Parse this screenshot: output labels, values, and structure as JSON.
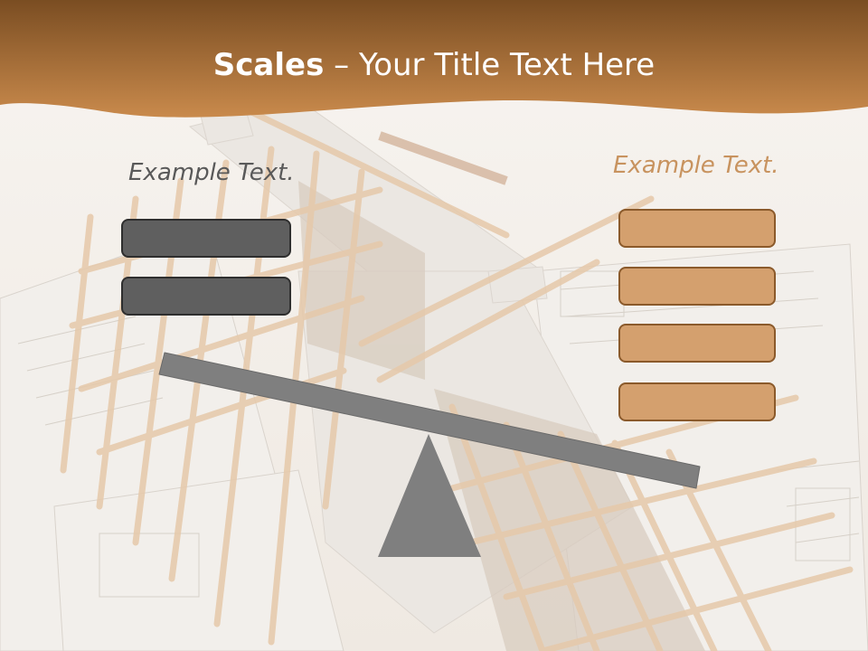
{
  "title": {
    "bold": "Scales",
    "rest": " – Your Title Text Here"
  },
  "left": {
    "label": "Example Text.",
    "items": [
      "",
      ""
    ]
  },
  "right": {
    "label": "Example Text.",
    "items": [
      "",
      "",
      "",
      ""
    ]
  },
  "colors": {
    "header_dark": "#7a4d22",
    "header_light": "#c98a4c",
    "gray_box": "#5f5f5f",
    "tan_box": "#d4a06e",
    "beam": "#7f7f7f",
    "fulcrum": "#7f7f7f",
    "label_left": "#595959",
    "label_right": "#c8935f"
  },
  "background": {
    "image": "house-roof-framing-blueprint"
  }
}
